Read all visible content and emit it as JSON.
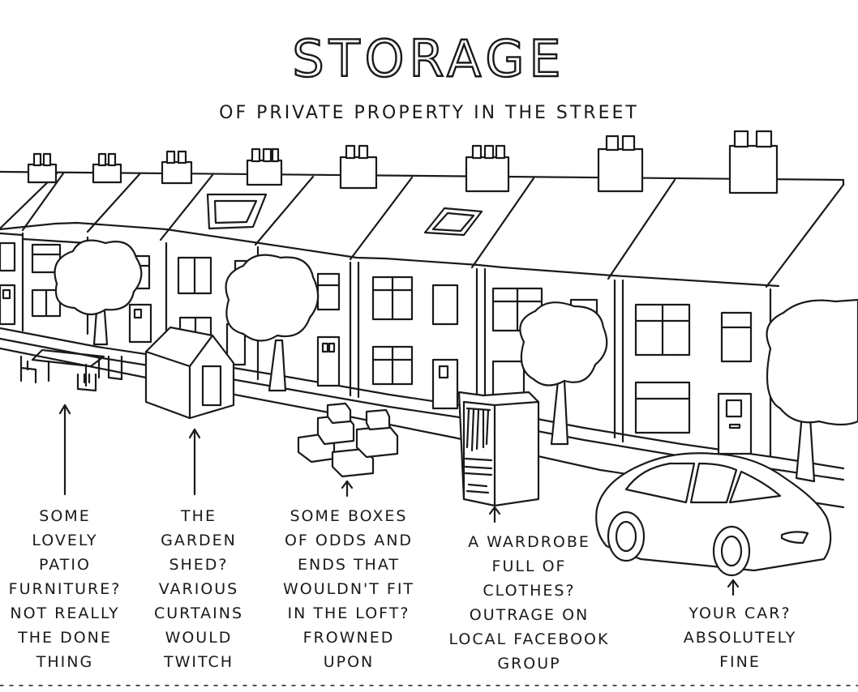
{
  "title": "STORAGE",
  "subtitle": "OF PRIVATE PROPERTY IN THE STREET",
  "captions": {
    "furniture": [
      "SOME",
      "LOVELY",
      "PATIO",
      "FURNITURE?",
      "NOT REALLY",
      "THE DONE",
      "THING"
    ],
    "shed": [
      "THE",
      "GARDEN",
      "SHED?",
      "VARIOUS",
      "CURTAINS",
      "WOULD",
      "TWITCH"
    ],
    "boxes": [
      "SOME BOXES",
      "OF ODDS AND",
      "ENDS THAT",
      "WOULDN'T FIT",
      "IN THE LOFT?",
      "FROWNED",
      "UPON"
    ],
    "wardrobe": [
      "A WARDROBE",
      "FULL OF",
      "CLOTHES?",
      "OUTRAGE ON",
      "LOCAL FACEBOOK",
      "GROUP"
    ],
    "car": [
      "YOUR CAR?",
      "ABSOLUTELY",
      "FINE"
    ]
  },
  "colors": {
    "ink": "#1a1a1a",
    "paper": "#ffffff"
  }
}
